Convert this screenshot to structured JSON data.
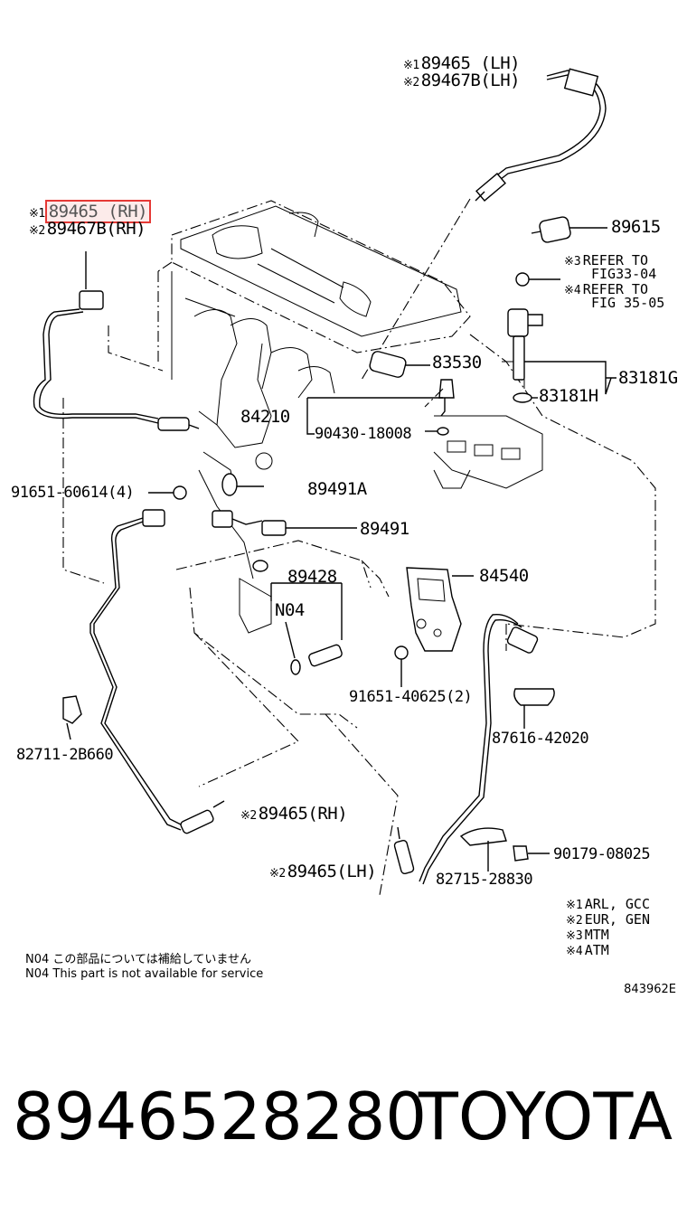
{
  "labels": {
    "l1": {
      "mark": "※1",
      "text": "89465 (LH)"
    },
    "l2": {
      "mark": "※2",
      "text": "89467B(LH)"
    },
    "l3": {
      "mark": "※1",
      "text": "89465 (RH)"
    },
    "l4": {
      "mark": "※2",
      "text": "89467B(RH)"
    },
    "l5": {
      "text": "89615"
    },
    "l6": {
      "mark": "※3",
      "text": "REFER TO",
      "text2": "FIG33-04"
    },
    "l7": {
      "mark": "※4",
      "text": "REFER TO",
      "text2": "FIG 35-05"
    },
    "l8": {
      "text": "83530"
    },
    "l9": {
      "text": "83181G"
    },
    "l10": {
      "text": "83181H"
    },
    "l11": {
      "text": "84210"
    },
    "l12": {
      "text": "90430-18008"
    },
    "l13": {
      "text": "91651-60614(4)"
    },
    "l14": {
      "text": "89491A"
    },
    "l15": {
      "text": "89491"
    },
    "l16": {
      "text": "89428"
    },
    "l17": {
      "text": "N04"
    },
    "l18": {
      "text": "84540"
    },
    "l19": {
      "text": "91651-40625(2)"
    },
    "l20": {
      "text": "82711-2B660"
    },
    "l21": {
      "text": "87616-42020"
    },
    "l22": {
      "mark": "※2",
      "text": "89465(RH)"
    },
    "l23": {
      "mark": "※2",
      "text": "89465(LH)"
    },
    "l24": {
      "text": "82715-28830"
    },
    "l25": {
      "text": "90179-08025"
    }
  },
  "legend": [
    {
      "mark": "※1",
      "text": "ARL, GCC"
    },
    {
      "mark": "※2",
      "text": "EUR, GEN"
    },
    {
      "mark": "※3",
      "text": "MTM"
    },
    {
      "mark": "※4",
      "text": "ATM"
    }
  ],
  "notes": [
    "N04 この部品については補給していません",
    "N04 This part is not available for service"
  ],
  "diagram_code": "843962E",
  "footer": {
    "part_number": "8946528280",
    "brand": "TOYOTA"
  },
  "colors": {
    "highlight": "#e53935"
  }
}
